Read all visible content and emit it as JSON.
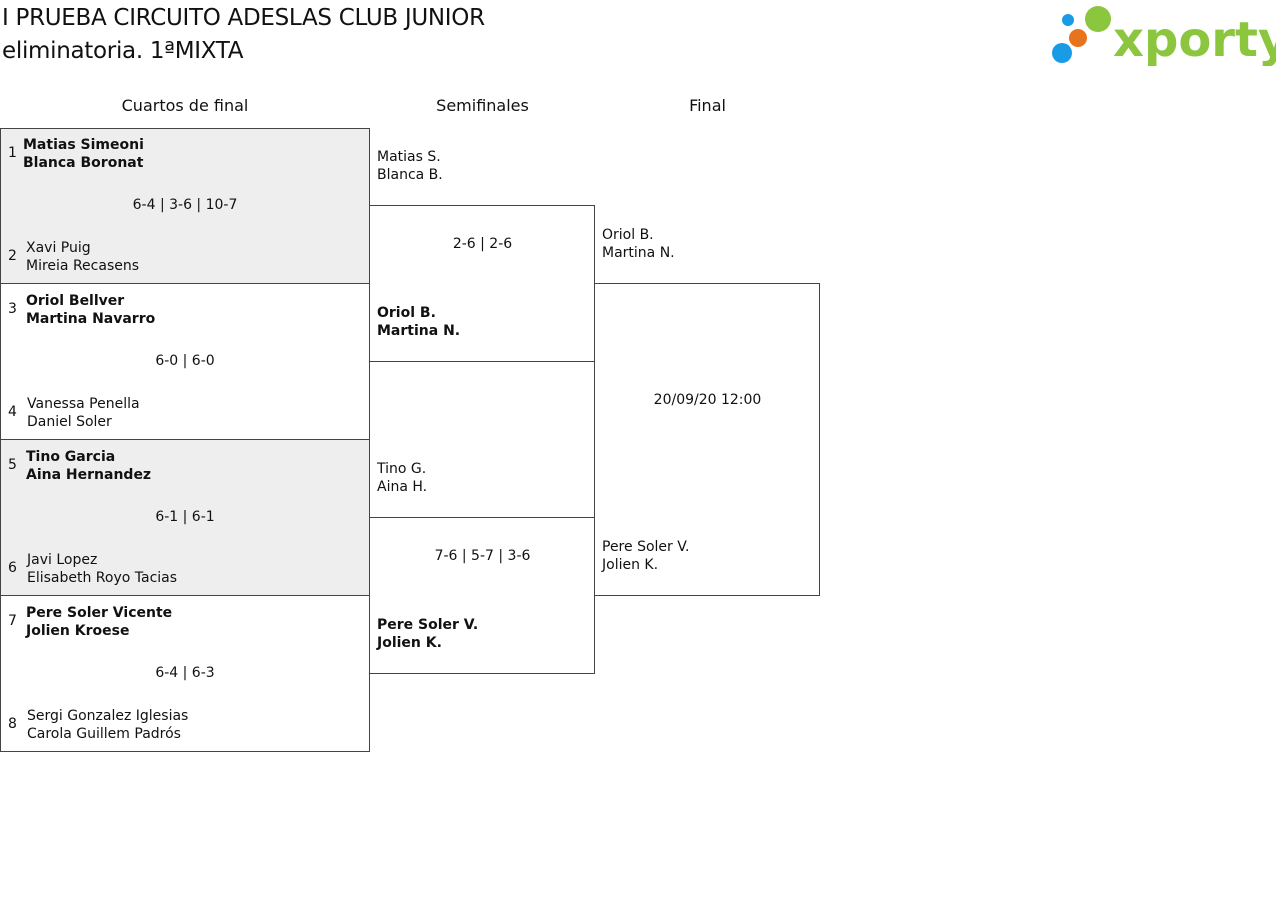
{
  "header": {
    "title_line1": "I PRUEBA CIRCUITO ADESLAS CLUB JUNIOR",
    "title_line2": "eliminatoria. 1ªMIXTA"
  },
  "logo": {
    "text": "xporty",
    "colors": {
      "green": "#8cc63f",
      "blue": "#1a9be6",
      "orange": "#e8731d"
    }
  },
  "rounds": {
    "quarterfinals": "Cuartos de final",
    "semifinals": "Semifinales",
    "final": "Final"
  },
  "quarterfinals": [
    {
      "top": {
        "seed": "1",
        "player1": "Matias Simeoni",
        "player2": "Blanca Boronat",
        "winner": true
      },
      "score": "6-4 | 3-6 | 10-7",
      "bottom": {
        "seed": "2",
        "player1": "Xavi Puig",
        "player2": "Mireia Recasens",
        "winner": false
      },
      "shaded": true
    },
    {
      "top": {
        "seed": "3",
        "player1": "Oriol Bellver",
        "player2": "Martina Navarro",
        "winner": true
      },
      "score": "6-0 | 6-0",
      "bottom": {
        "seed": "4",
        "player1": "Vanessa Penella",
        "player2": "Daniel Soler",
        "winner": false
      },
      "shaded": false
    },
    {
      "top": {
        "seed": "5",
        "player1": "Tino Garcia",
        "player2": "Aina Hernandez",
        "winner": true
      },
      "score": "6-1 | 6-1",
      "bottom": {
        "seed": "6",
        "player1": "Javi Lopez",
        "player2": "Elisabeth Royo Tacias",
        "winner": false
      },
      "shaded": true
    },
    {
      "top": {
        "seed": "7",
        "player1": "Pere Soler Vicente",
        "player2": "Jolien Kroese",
        "winner": true
      },
      "score": "6-4 | 6-3",
      "bottom": {
        "seed": "8",
        "player1": "Sergi Gonzalez Iglesias",
        "player2": "Carola Guillem Padrós",
        "winner": false
      },
      "shaded": false
    }
  ],
  "semifinals": [
    {
      "top": {
        "player1": "Matias S.",
        "player2": "Blanca B.",
        "winner": false
      },
      "score": "2-6 | 2-6",
      "bottom": {
        "player1": "Oriol B.",
        "player2": "Martina N.",
        "winner": true
      }
    },
    {
      "top": {
        "player1": "Tino G.",
        "player2": "Aina H.",
        "winner": false
      },
      "score": "7-6 | 5-7 | 3-6",
      "bottom": {
        "player1": "Pere Soler V.",
        "player2": "Jolien K.",
        "winner": true
      }
    }
  ],
  "final": {
    "top": {
      "player1": "Oriol B.",
      "player2": "Martina N."
    },
    "datetime": "20/09/20 12:00",
    "bottom": {
      "player1": "Pere Soler V.",
      "player2": "Jolien K."
    }
  }
}
